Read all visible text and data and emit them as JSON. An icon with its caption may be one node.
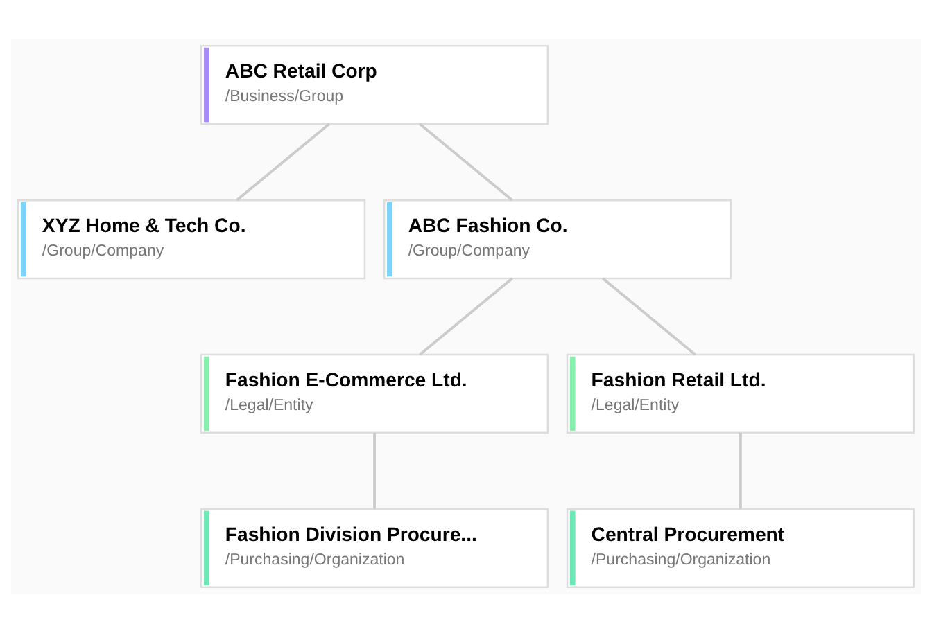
{
  "diagram": {
    "nodes": [
      {
        "text": [
          "ABC Retail Corp",
          "/Business/Group"
        ]
      },
      {
        "text": [
          "XYZ Home & Tech Co.",
          "/Group/Company"
        ]
      },
      {
        "text": [
          "ABC Fashion Co.",
          "/Group/Company"
        ]
      },
      {
        "text": [
          "Fashion E-Commerce Ltd.",
          "/Legal/Entity"
        ]
      },
      {
        "text": [
          "Fashion Retail Ltd.",
          "/Legal/Entity"
        ]
      },
      {
        "text": [
          "Fashion Division Procure...",
          "/Purchasing/Organization"
        ]
      },
      {
        "text": [
          "Central Procurement",
          "/Purchasing/Organization"
        ]
      }
    ],
    "edges": [
      {
        "from": 0,
        "to": 1,
        "arrow": "none"
      },
      {
        "from": 0,
        "to": 2,
        "arrow": "none"
      },
      {
        "from": 2,
        "to": 3,
        "arrow": "none"
      },
      {
        "from": 2,
        "to": 4,
        "arrow": "none"
      },
      {
        "from": 3,
        "to": 5,
        "arrow": "none"
      },
      {
        "from": 4,
        "to": 6,
        "arrow": "none"
      }
    ]
  }
}
